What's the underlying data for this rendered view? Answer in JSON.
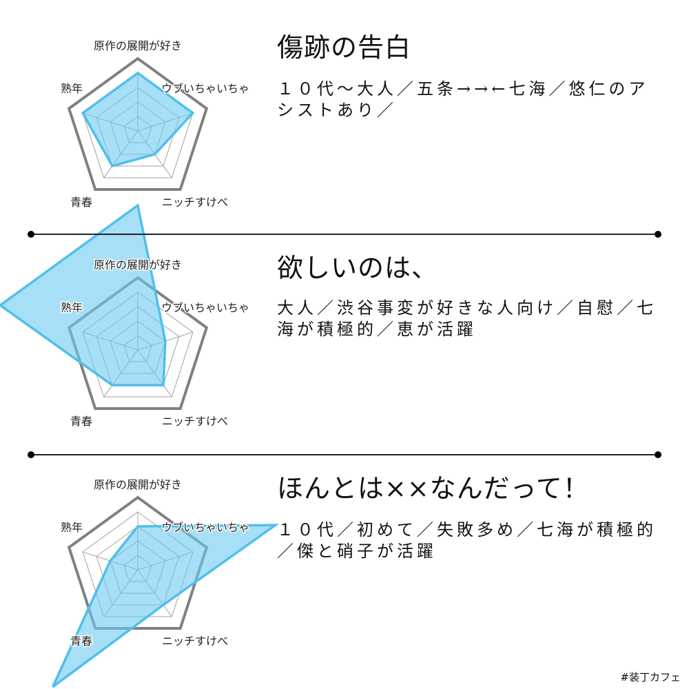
{
  "colors": {
    "fill": "#6ccaf0",
    "stroke": "#4fbfec",
    "outer": "#808080",
    "grid": "#a0a0a0",
    "divider": "#222222"
  },
  "chart_data": [
    {
      "type": "radar",
      "axes": [
        "原作の展開が好き",
        "ウブいちゃいちゃ",
        "ニッチすけべ",
        "青春",
        "熟年"
      ],
      "range": [
        0,
        5
      ],
      "rings": 5,
      "values": [
        4,
        4,
        2,
        3,
        4
      ]
    },
    {
      "type": "radar",
      "axes": [
        "原作の展開が好き",
        "ウブいちゃいちゃ",
        "ニッチすけべ",
        "青春",
        "熟年"
      ],
      "range": [
        0,
        5
      ],
      "rings": 5,
      "values": [
        10,
        2,
        3,
        3,
        10
      ]
    },
    {
      "type": "radar",
      "axes": [
        "原作の展開が好き",
        "ウブいちゃいちゃ",
        "ニッチすけべ",
        "青春",
        "熟年"
      ],
      "range": [
        0,
        5
      ],
      "rings": 5,
      "values": [
        3,
        10,
        3,
        10,
        2
      ]
    }
  ],
  "sections": [
    {
      "title": "傷跡の告白",
      "lines": [
        "１０代〜大人／五条→→←七海／悠仁のア",
        "シストあり／"
      ]
    },
    {
      "title": "欲しいのは、",
      "lines": [
        "大人／渋谷事変が好きな人向け／自慰／七",
        "海が積極的／恵が活躍"
      ]
    },
    {
      "title": "ほんとは××なんだって！",
      "lines": [
        "１０代／初めて／失敗多め／七海が積極的",
        "／傑と硝子が活躍"
      ]
    }
  ],
  "footer": "#装丁カフェ"
}
